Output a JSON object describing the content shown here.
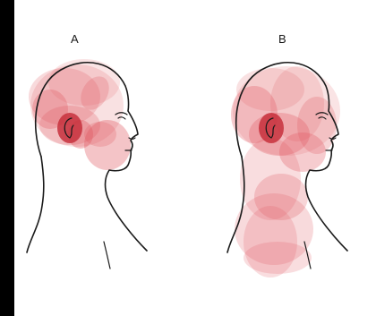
{
  "panels": [
    {
      "id": "A",
      "label": "A"
    },
    {
      "id": "B",
      "label": "B"
    }
  ],
  "colors": {
    "background": "#000000",
    "figure": "#ffffff",
    "pain_area": "#e0565f",
    "ear": "#c7303c",
    "outline": "#1a1a1a"
  },
  "icons": [
    "head-profile-illustration",
    "ear-icon",
    "pain-zone-overlay"
  ]
}
